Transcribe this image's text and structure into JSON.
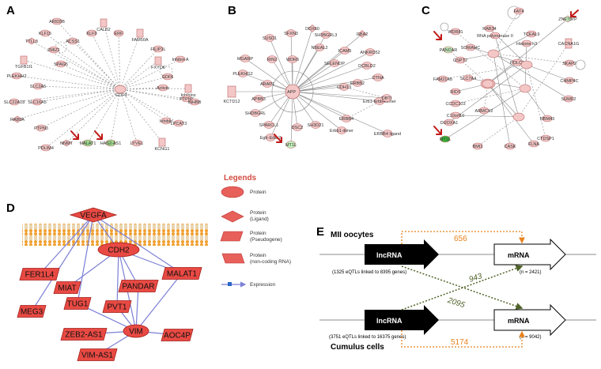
{
  "panels": {
    "a": "A",
    "b": "B",
    "c": "C",
    "d": "D",
    "e": "E"
  },
  "panel_a": {
    "hub": "GDF9",
    "nodes": [
      "ARID5B",
      "CALB2",
      "KLF15",
      "KLF9",
      "ERF",
      "FAM50A",
      "TTLL3",
      "ACSS1",
      "FILIP1L",
      "ZMIZ1",
      "Inhibin A",
      "TGFB1I1",
      "FXYD6",
      "SPAG5",
      "GDF6",
      "PLEKHH2",
      "SLC2A5",
      "Activin",
      "Inhibins",
      "SLC22A18",
      "SLC16A5",
      "PTPN3",
      "INHBB",
      "RAB6A",
      "LPCAT3",
      "Inhibin",
      "PTPN3",
      "PDLIM4",
      "NNMT",
      "MALAT1",
      "HAS2-AS1",
      "LYVE1",
      "KCNG1"
    ]
  },
  "panel_b": {
    "hub": "APP",
    "nodes": [
      "SUSD1",
      "SFXN3",
      "DDX60",
      "SH3BGRL3",
      "GBA2",
      "NBEAL2",
      "ICAM5",
      "ANKRD52",
      "MGARP",
      "RIN2",
      "WDR6",
      "SELENOP",
      "DCBLD2",
      "PLEKHG2",
      "OTNA",
      "KCTD12",
      "ARAP1",
      "APBB3",
      "CDH13",
      "ERBB2",
      "SHDBGRL",
      "Erb1-Erbb4dimer",
      "SPARCL1",
      "ERBB4",
      "SH3D21",
      "DSC2",
      "Egfr-Erbb2",
      "Erbb1 dimer",
      "ERBB4 ligand",
      "MT1L",
      "DBTI"
    ]
  },
  "panel_c": {
    "nodes": [
      "FAT4",
      "ZNF787P",
      "RAB34",
      "WDR81",
      "RNA polymerase II",
      "TCEAL9",
      "PANDAR",
      "SOWAHC",
      "Histone h3",
      "CACNA1G",
      "GSPT2",
      "POLC1",
      "FAM214B",
      "SLC7A4",
      "AR",
      "SKAP2",
      "RIDS",
      "CHMP4C",
      "CCDC103",
      "C10orf10",
      "SUMF2",
      "ARMCX2",
      "DUOXA1",
      "MT1L",
      "BMI1",
      "CASK",
      "FLNA",
      "CTDSP1",
      "RBM43"
    ]
  },
  "panel_d": {
    "nodes": [
      "VEGFA",
      "CDH2",
      "FER1L4",
      "MIAT",
      "PANDAR",
      "MALAT1",
      "TUG1",
      "PVT1",
      "MEG3",
      "VIM",
      "ZEB2-AS1",
      "AOC4P",
      "VIM-AS1"
    ]
  },
  "legends": {
    "title": "Legends",
    "items": [
      {
        "line1": "Protein",
        "line2": ""
      },
      {
        "line1": "Protein",
        "line2": "(Ligand)"
      },
      {
        "line1": "Protein",
        "line2": "(Pseudogene)"
      },
      {
        "line1": "Protein",
        "line2": "(non-coding RNA)"
      },
      {
        "line1": "Expression",
        "line2": ""
      }
    ]
  },
  "panel_e": {
    "top_group": "MII oocytes",
    "bottom_group": "Cumulus cells",
    "lncrna": "lncRNA",
    "mrna": "mRNA",
    "top_lnc_note": "(1325 eQTLs linked to 8395 genes)",
    "top_mrna_note": "(n = 2421)",
    "bottom_lnc_note": "(3751 eQTLs linked to 16375 genes)",
    "bottom_mrna_note": "(n = 9042)",
    "link_top": "656",
    "link_cross1": "943",
    "link_cross2": "2095",
    "link_bottom": "5174",
    "colors": {
      "orange": "#e8821e",
      "olive": "#4f6228"
    }
  }
}
